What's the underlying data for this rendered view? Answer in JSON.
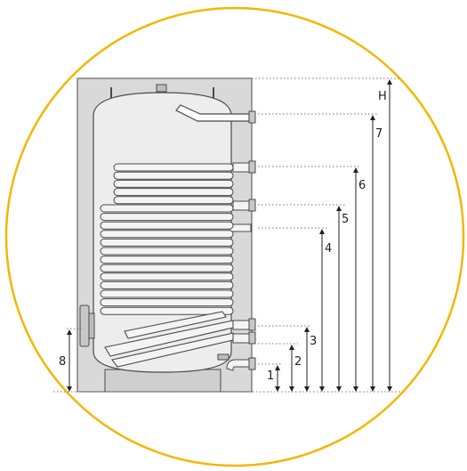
{
  "colors": {
    "circle": "#f2b705",
    "housing": "#d9d9d9",
    "tank": "#ededed",
    "outline": "#4a4a4a",
    "coil": "#f4f4f4",
    "pipe": "#c8c8c8",
    "dim": "#222222"
  },
  "dimension_labels": {
    "d1": "1",
    "d2": "2",
    "d3": "3",
    "d4": "4",
    "d5": "5",
    "d6": "6",
    "d7": "7",
    "d8": "8",
    "dH": "H"
  },
  "icons": {
    "flange": "flange-icon",
    "connection": "pipe-connection-icon"
  }
}
